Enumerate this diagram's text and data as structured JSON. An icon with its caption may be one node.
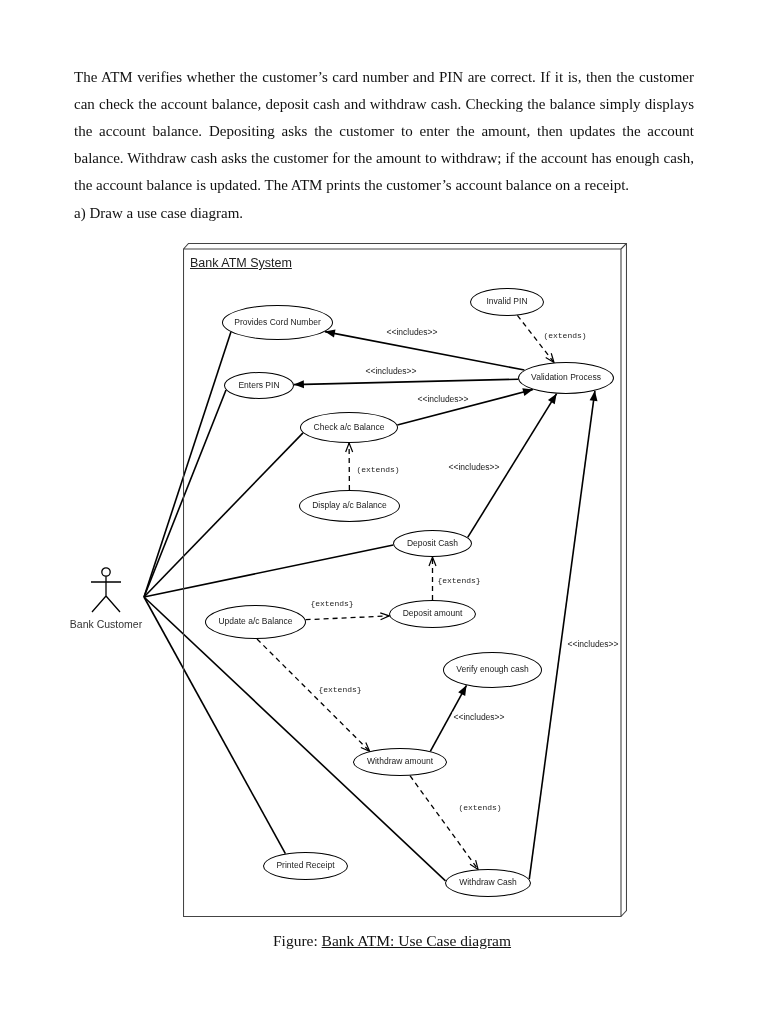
{
  "diagram": {
    "caption": "Figure: Bank ATM: Use Case diagram",
    "nodes": [
      {
        "text": [
          "Bank ATM System"
        ]
      },
      {
        "text": [
          "Invalid PIN"
        ],
        "in": 0
      },
      {
        "text": [
          "Provides Cord Number"
        ],
        "in": 0
      },
      {
        "text": [
          "Validation Process"
        ],
        "in": 0
      },
      {
        "text": [
          "Enters PIN"
        ],
        "in": 0
      },
      {
        "text": [
          "Check a/c Balance"
        ],
        "in": 0
      },
      {
        "text": [
          "Display a/c Balance"
        ],
        "in": 0
      },
      {
        "text": [
          "Deposit Cash"
        ],
        "in": 0
      },
      {
        "text": [
          "Bank Customer"
        ]
      },
      {
        "text": [
          "Update a/c Balance"
        ],
        "in": 0
      },
      {
        "text": [
          "Deposit amount"
        ],
        "in": 0
      },
      {
        "text": [
          "Verify enough cash"
        ],
        "in": 0
      },
      {
        "text": [
          "Withdraw amount"
        ],
        "in": 0
      },
      {
        "text": [
          "Printed Receipt"
        ],
        "in": 0
      },
      {
        "text": [
          "Withdraw Cash"
        ],
        "in": 0
      }
    ],
    "edges": [
      {
        "from": 8,
        "to": 2,
        "arrow": "none"
      },
      {
        "from": 8,
        "to": 4,
        "arrow": "none"
      },
      {
        "from": 8,
        "to": 5,
        "arrow": "none"
      },
      {
        "from": 8,
        "to": 7,
        "arrow": "none"
      },
      {
        "from": 8,
        "to": 13,
        "arrow": "none"
      },
      {
        "from": 8,
        "to": 14,
        "arrow": "none"
      },
      {
        "from": 3,
        "to": 2,
        "arrow": "to",
        "label": "<<includes>>"
      },
      {
        "from": 3,
        "to": 4,
        "arrow": "to",
        "label": "<<includes>>"
      },
      {
        "from": 5,
        "to": 3,
        "arrow": "to",
        "label": "<<includes>>"
      },
      {
        "from": 7,
        "to": 3,
        "arrow": "to",
        "label": "<<includes>>"
      },
      {
        "from": 14,
        "to": 3,
        "arrow": "to",
        "label": "<<includes>>"
      },
      {
        "from": 12,
        "to": 11,
        "arrow": "to",
        "label": "<<includes>>"
      },
      {
        "from": 1,
        "to": 3,
        "arrow": "to",
        "label": "(extends)",
        "style": "dashed"
      },
      {
        "from": 6,
        "to": 5,
        "arrow": "to",
        "label": "(extends)",
        "style": "dashed"
      },
      {
        "from": 10,
        "to": 7,
        "arrow": "to",
        "label": "{extends}",
        "style": "dashed"
      },
      {
        "from": 9,
        "to": 10,
        "arrow": "to",
        "label": "{extends}",
        "style": "dashed"
      },
      {
        "from": 9,
        "to": 12,
        "arrow": "to",
        "label": "{extends}",
        "style": "dashed"
      },
      {
        "from": 12,
        "to": 14,
        "arrow": "to",
        "label": "(extends)",
        "style": "dashed"
      }
    ],
    "labels": [
      "The ATM verifies whether the customer’s card number and PIN are correct. If it is, then the customer can check the account balance, deposit cash and withdraw cash. Checking the balance simply displays the account balance. Depositing asks the customer to enter the amount, then updates the account balance. Withdraw cash asks the customer for the amount to withdraw; if the account has enough cash, the account balance is updated. The ATM prints the customer’s account balance on a receipt.",
      "a) Draw a use case diagram."
    ]
  }
}
